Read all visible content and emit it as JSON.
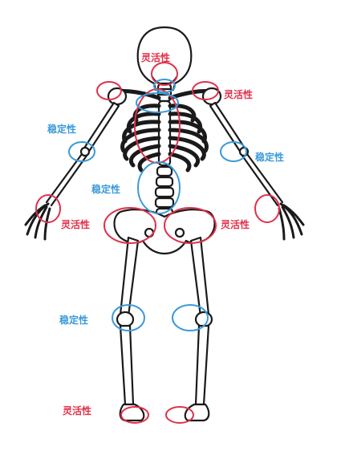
{
  "labels": {
    "head": "灵活性",
    "right_shoulder": "灵活性",
    "left_elbow": "稳定性",
    "right_elbow": "稳定性",
    "lumbar": "稳定性",
    "left_hip": "灵活性",
    "right_hip": "灵活性",
    "knees": "稳定性",
    "ankles": "灵活性"
  },
  "colors": {
    "mobility": "#e0304a",
    "stability": "#3a9ad9",
    "bone": "#1a1a1a"
  }
}
